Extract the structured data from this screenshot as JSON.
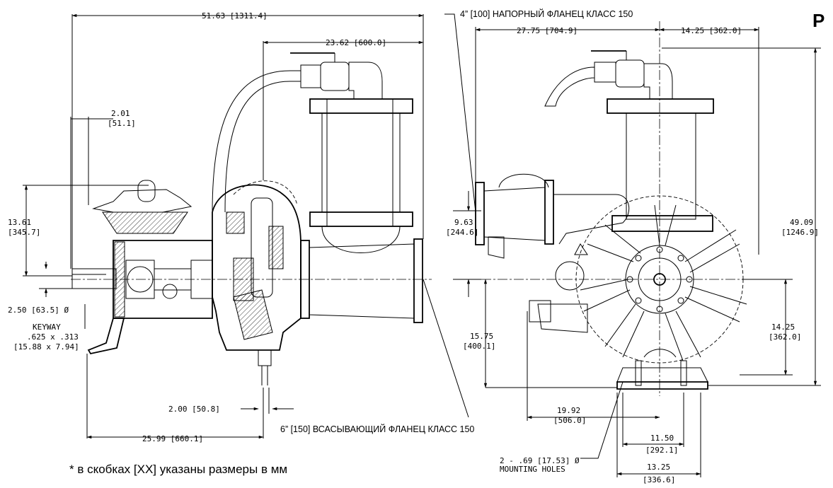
{
  "header": {
    "corner_letter": "P"
  },
  "flanges": {
    "discharge": "4” [100] НАПОРНЫЙ ФЛАНЕЦ КЛАСС 150",
    "suction": "6” [150] ВСАСЫВАЮЩИЙ ФЛАНЕЦ КЛАСС 150"
  },
  "footnote": "* в скобках [XX] указаны размеры в мм",
  "dims": {
    "overall_length": "51.63 [1311.4]",
    "suction_to_vessel": "23.62 [600.0]",
    "shaft_offset_a": "2.01",
    "shaft_offset_b": "[51.1]",
    "height_a": "13.61",
    "height_b": "[345.7]",
    "shaft_dia": "2.50 [63.5] Ø",
    "keyway_a": "KEYWAY",
    "keyway_b": ".625 x .313",
    "keyway_c": "[15.88 x 7.94]",
    "drain_offset": "2.00 [50.8]",
    "base_length": "25.99 [660.1]",
    "side_left": "27.75 [704.9]",
    "side_right": "14.25 [362.0]",
    "discharge_height_a": "9.63",
    "discharge_height_b": "[244.6]",
    "total_height_a": "49.09",
    "total_height_b": "[1246.9]",
    "centerline_height_a": "15.75",
    "centerline_height_b": "[400.1]",
    "right_height_a": "14.25",
    "right_height_b": "[362.0]",
    "foot_offset_a": "19.92",
    "foot_offset_b": "[506.0]",
    "foot_spacing_a": "11.50",
    "foot_spacing_b": "[292.1]",
    "foot_width_a": "13.25",
    "foot_width_b": "[336.6]",
    "holes_a": "2 - .69 [17.53] Ø",
    "holes_b": "MOUNTING HOLES"
  }
}
